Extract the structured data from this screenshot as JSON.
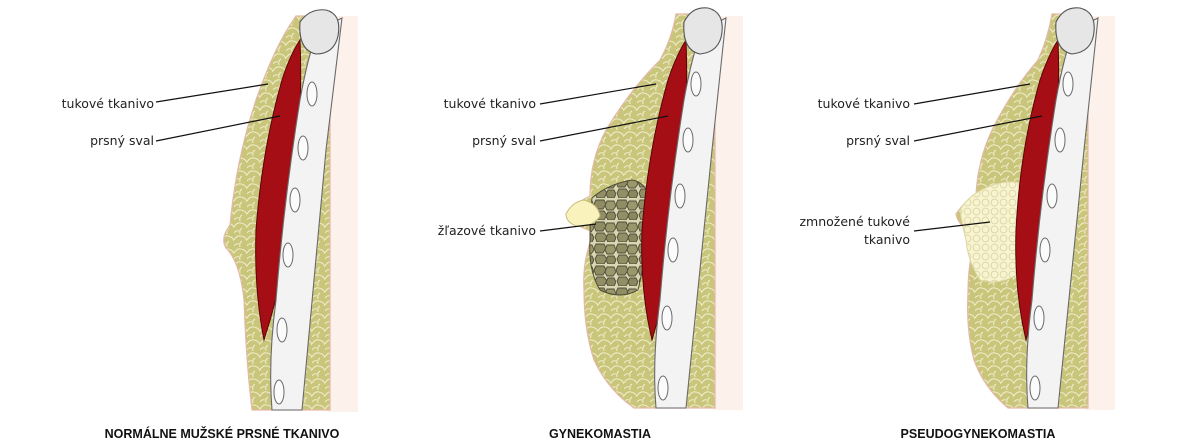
{
  "panels": [
    {
      "caption": "NORMÁLNE MUŽSKÉ PRSNÉ TKANIVO",
      "labels": {
        "fat": "tukové tkanivo",
        "muscle": "prsný sval"
      }
    },
    {
      "caption": "GYNEKOMASTIA",
      "labels": {
        "fat": "tukové tkanivo",
        "muscle": "prsný sval",
        "gland": "žľazové tkanivo"
      }
    },
    {
      "caption": "PSEUDOGYNEKOMASTIA",
      "labels": {
        "fat": "tukové tkanivo",
        "muscle": "prsný sval",
        "extra_fat_line1": "zmnožené tukové",
        "extra_fat_line2": "tkanivo"
      }
    }
  ],
  "colors": {
    "fat_fill": "#c9c57a",
    "fat_cell_stroke": "#ecebc7",
    "muscle_fill": "#a50e14",
    "rib_wall": "#f3f3f3",
    "background_tint": "#fdf1ec",
    "gland_fill": "#8f8c63",
    "gland_highlight": "#faf2bd",
    "extra_fat_fill": "#f7f3cf",
    "outline": "#e5b8a8"
  }
}
